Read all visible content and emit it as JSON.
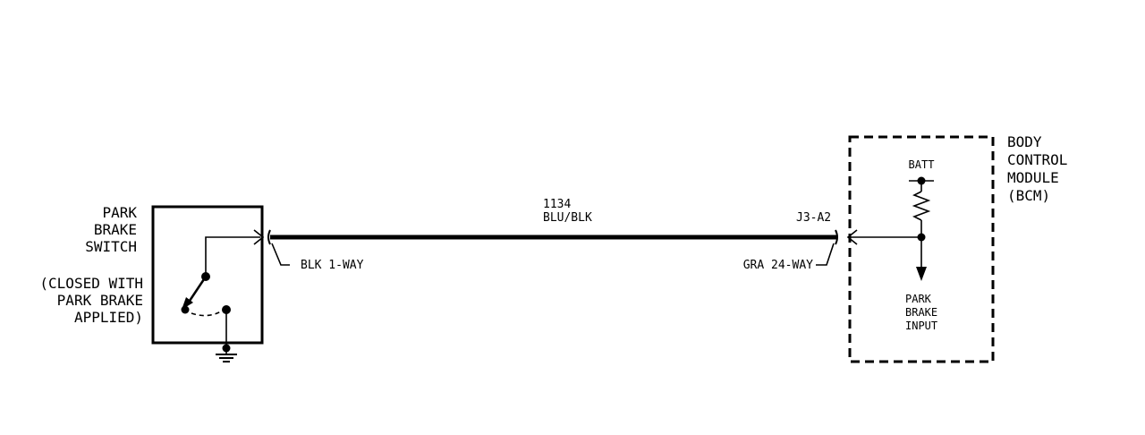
{
  "switch": {
    "title_lines": [
      "PARK",
      "BRAKE",
      "SWITCH"
    ],
    "note_lines": [
      "(CLOSED WITH",
      "PARK BRAKE",
      "APPLIED)"
    ],
    "connector": "BLK 1-WAY"
  },
  "wire": {
    "circuit": "1134",
    "color": "BLU/BLK"
  },
  "bcm": {
    "pin": "J3-A2",
    "connector": "GRA 24-WAY",
    "title_lines": [
      "BODY",
      "CONTROL",
      "MODULE",
      "(BCM)"
    ],
    "supply": "BATT",
    "input_lines": [
      "PARK",
      "BRAKE",
      "INPUT"
    ]
  }
}
